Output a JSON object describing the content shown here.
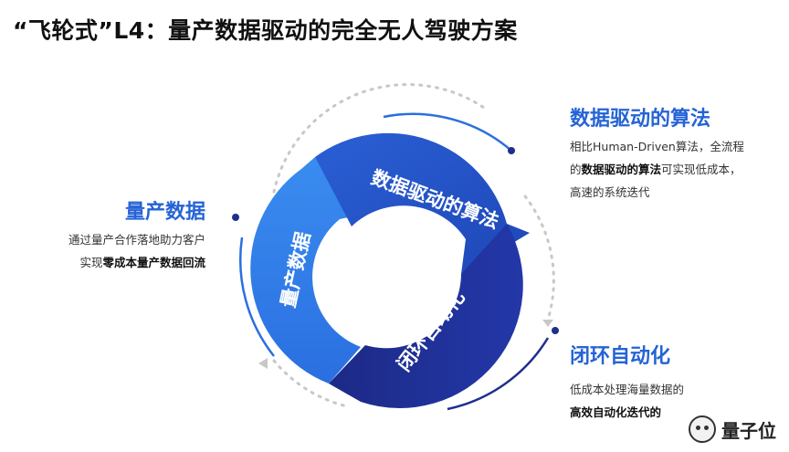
{
  "title": "“飞轮式”L4：量产数据驱动的完全无人驾驶方案",
  "ring": {
    "seg1": "数据驱动的算法",
    "seg2": "闭环自动化",
    "seg3": "量产数据"
  },
  "blocks": {
    "data": {
      "heading": "量产数据",
      "line1": "通过量产合作落地助力客户",
      "line2_prefix": "实现",
      "line2_bold": "零成本量产数据回流"
    },
    "algo": {
      "heading": "数据驱动的算法",
      "line1": "相比Human-Driven算法，全流程",
      "line2_prefix": "的",
      "line2_bold": "数据驱动的算法",
      "line2_suffix": "可实现低成本，",
      "line3": "高速的系统迭代"
    },
    "loop": {
      "heading": "闭环自动化",
      "line1": "低成本处理海量数据的",
      "line2_bold": "高效自动化迭代的"
    }
  },
  "watermark": {
    "text": "量子位",
    "icon": "wechat-icon"
  },
  "colors": {
    "blue_light": "#2f7fe8",
    "blue_mid": "#2457cc",
    "blue_dark": "#1e2f8f",
    "accent_text": "#2563d6"
  }
}
